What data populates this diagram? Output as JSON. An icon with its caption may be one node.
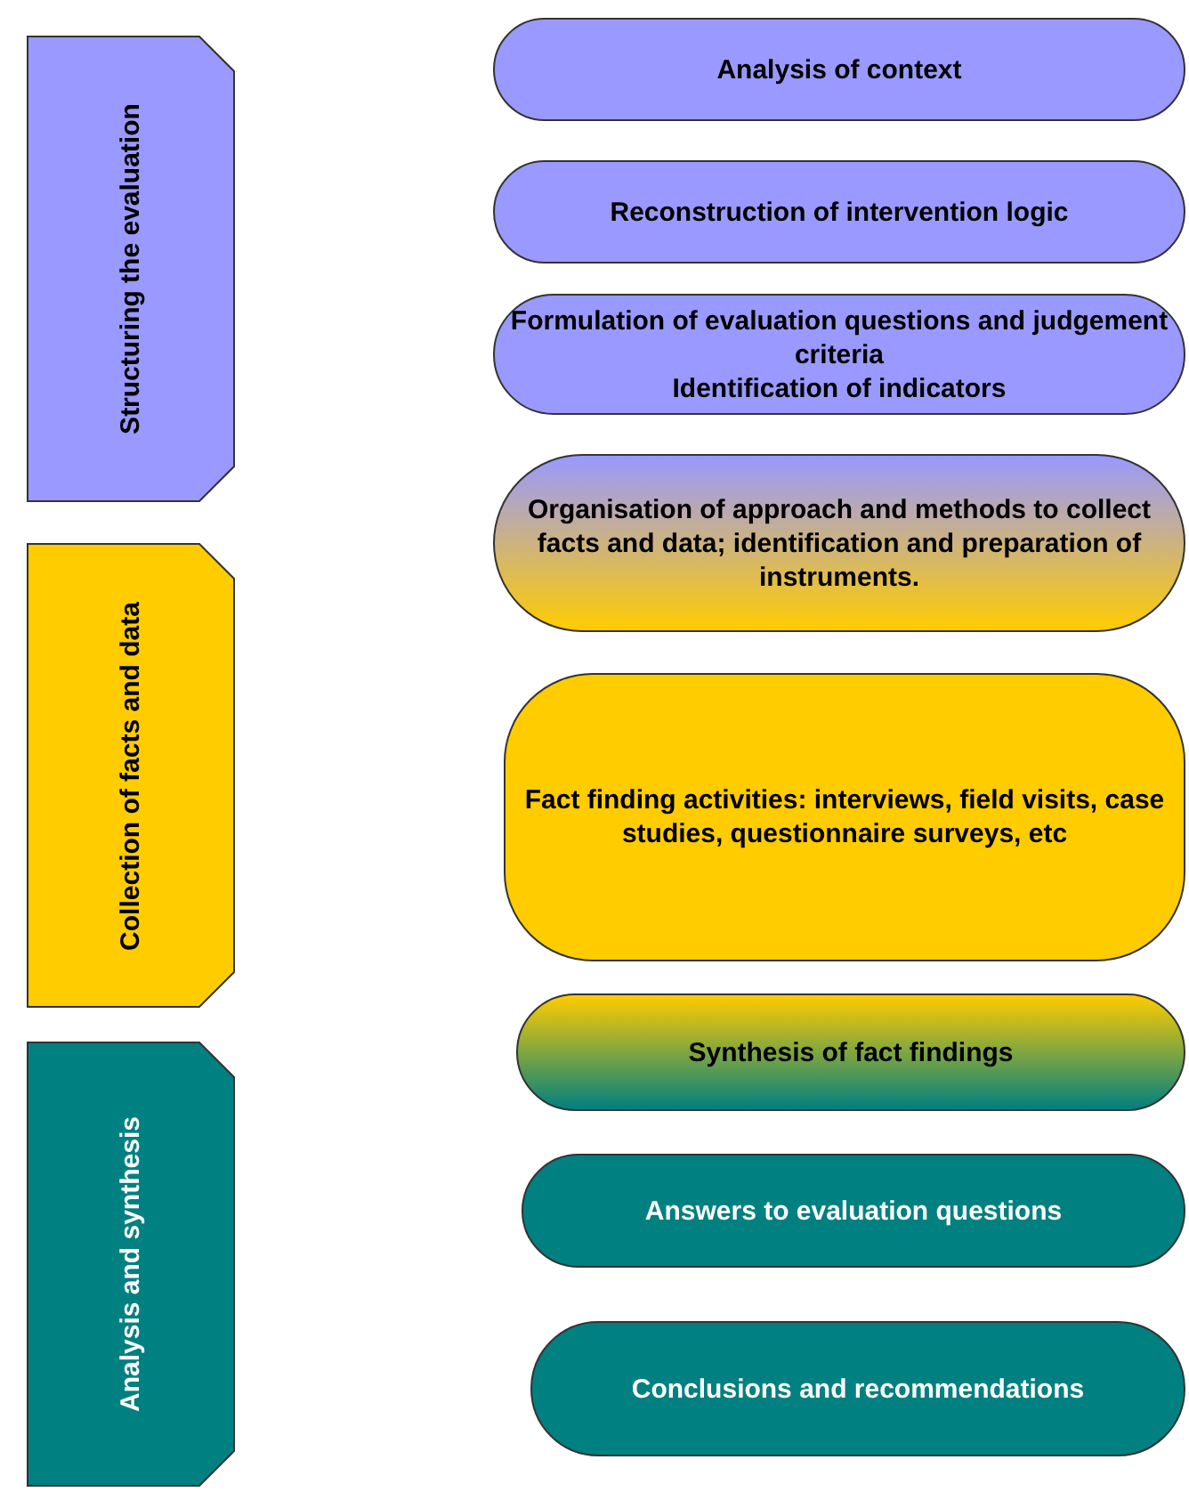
{
  "diagram": {
    "nodes": [
      {
        "text": [
          "Structuring the evaluation"
        ]
      },
      {
        "text": [
          "Collection of facts and data"
        ]
      },
      {
        "text": [
          "Analysis and synthesis"
        ]
      },
      {
        "text": [
          "Analysis of context"
        ]
      },
      {
        "text": [
          "Reconstruction of intervention logic"
        ]
      },
      {
        "text": [
          "Formulation of evaluation questions and judgement criteria",
          "Identification of indicators"
        ]
      },
      {
        "text": [
          "Organisation of approach and methods to collect facts and data; identification and preparation of instruments."
        ]
      },
      {
        "text": [
          "Fact finding activities: interviews, field visits, case studies, questionnaire surveys, etc"
        ]
      },
      {
        "text": [
          "Synthesis of fact findings"
        ]
      },
      {
        "text": [
          "Answers to evaluation questions"
        ]
      },
      {
        "text": [
          "Conclusions and recommendations"
        ]
      }
    ]
  }
}
